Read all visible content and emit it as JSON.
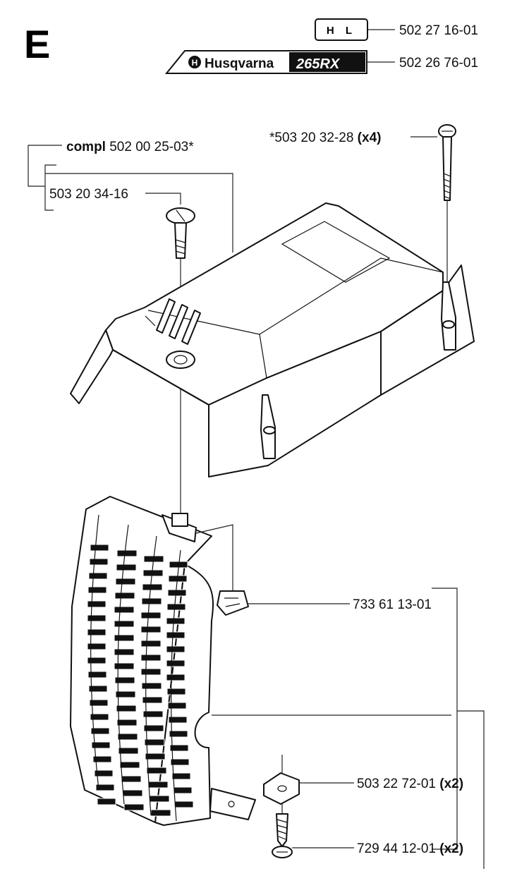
{
  "section_letter": "E",
  "badge_hl": "H L",
  "logo_brand": "Husqvarna",
  "logo_model": "265RX",
  "labels": {
    "hl_part": "502 27 16-01",
    "decal_part": "502 26 76-01",
    "cover_compl_prefix": "compl",
    "cover_compl_part": "502 00 25-03*",
    "screw_top_part": "*503 20 32-28",
    "screw_top_qty": "(x4)",
    "screw_cover_part": "503 20 34-16",
    "clip_part": "733 61 13-01",
    "nut_part": "503 22 72-01",
    "nut_qty": "(x2)",
    "screw_bottom_part": "729 44 12-01",
    "screw_bottom_qty": "(x2)"
  }
}
